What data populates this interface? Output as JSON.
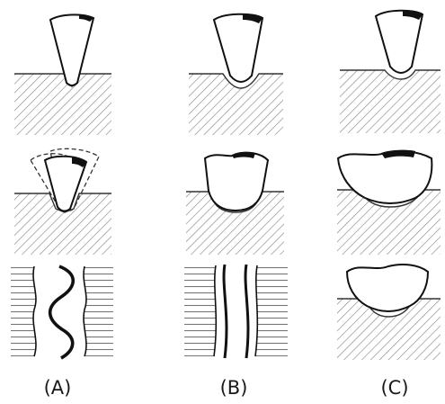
{
  "labels": {
    "a": "(A)",
    "b": "(B)",
    "c": "(C)"
  }
}
